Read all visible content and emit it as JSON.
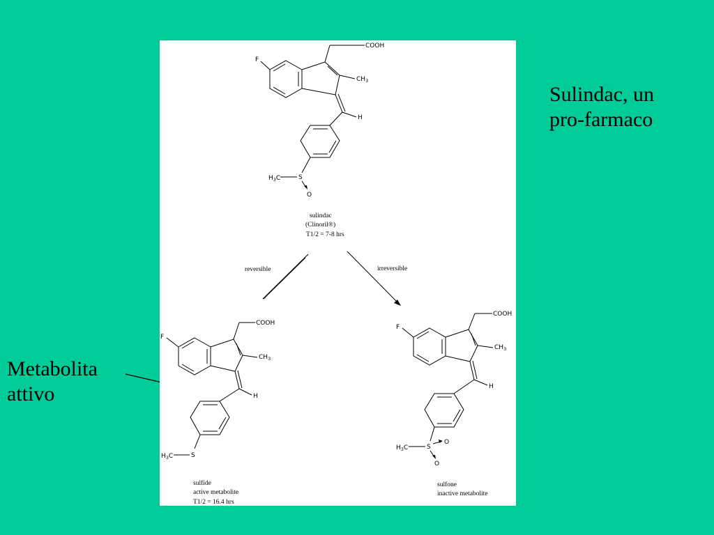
{
  "slide": {
    "background": "#00cc99",
    "title_lines": [
      "Sulindac, un",
      "pro-farmaco"
    ],
    "side_label_lines": [
      "Metabolita",
      "attivo"
    ]
  },
  "scheme": {
    "sulindac": {
      "caption": [
        "sulindac",
        "(Clinoril®)",
        "T1/2 = 7-8 hrs"
      ],
      "atoms": {
        "F": "F",
        "COOH": "COOH",
        "CH3": "CH",
        "CH3_sub": "3",
        "H": "H",
        "H3C": "H",
        "H3C_sub": "3",
        "H3C_c": "C",
        "S": "S",
        "O": "O"
      }
    },
    "sulfide": {
      "caption": [
        "sulfide",
        "active metabolite",
        "T1/2 = 16.4 hrs"
      ],
      "atoms": {
        "F": "F",
        "COOH": "COOH",
        "CH3": "CH",
        "CH3_sub": "3",
        "H": "H",
        "H3C": "H",
        "H3C_sub": "3",
        "H3C_c": "C",
        "S": "S"
      }
    },
    "sulfone": {
      "caption": [
        "sulfone",
        "inactive metabolite"
      ],
      "atoms": {
        "F": "F",
        "COOH": "COOH",
        "CH3": "CH",
        "CH3_sub": "3",
        "H": "H",
        "H3C": "H",
        "H3C_sub": "3",
        "H3C_c": "C",
        "S": "S",
        "O1": "O",
        "O2": "O"
      }
    },
    "arrows": {
      "left_label": "reversible",
      "right_label": "irreversible"
    }
  }
}
